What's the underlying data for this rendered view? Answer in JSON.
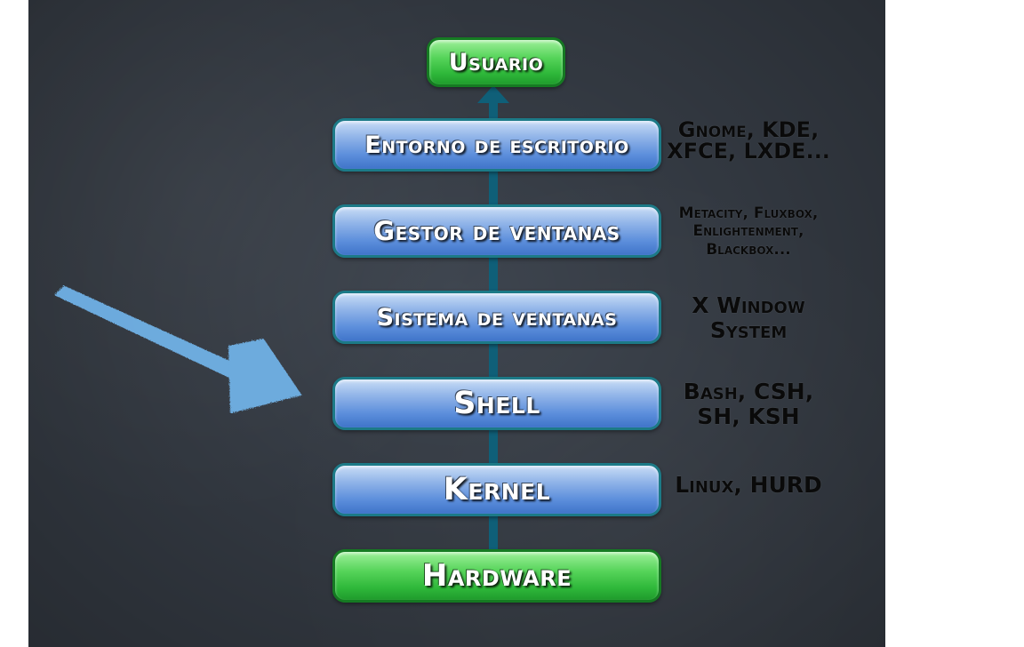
{
  "diagram": {
    "top": "Usuario",
    "layers": [
      {
        "label": "Entorno de escritorio",
        "examples": [
          "Gnome, KDE,",
          "XFCE, LXDE..."
        ]
      },
      {
        "label": "Gestor de ventanas",
        "examples": [
          "Metacity, Fluxbox,",
          "Enlightenment,",
          "Blackbox..."
        ]
      },
      {
        "label": "Sistema de ventanas",
        "examples": [
          "X Window",
          "System"
        ]
      },
      {
        "label": "Shell",
        "examples": [
          "Bash, CSH,",
          "SH, KSH"
        ]
      },
      {
        "label": "Kernel",
        "examples": [
          "Linux, HURD"
        ]
      }
    ],
    "bottom": "Hardware"
  },
  "colors": {
    "board": "#3c434d",
    "layer_blue": "#5d8fdc",
    "layer_green": "#2fb83a",
    "spine": "#0f5f78",
    "chalk_arrow": "#6fb1e6"
  },
  "icons": {
    "pointer": "chalk-arrow-icon"
  }
}
